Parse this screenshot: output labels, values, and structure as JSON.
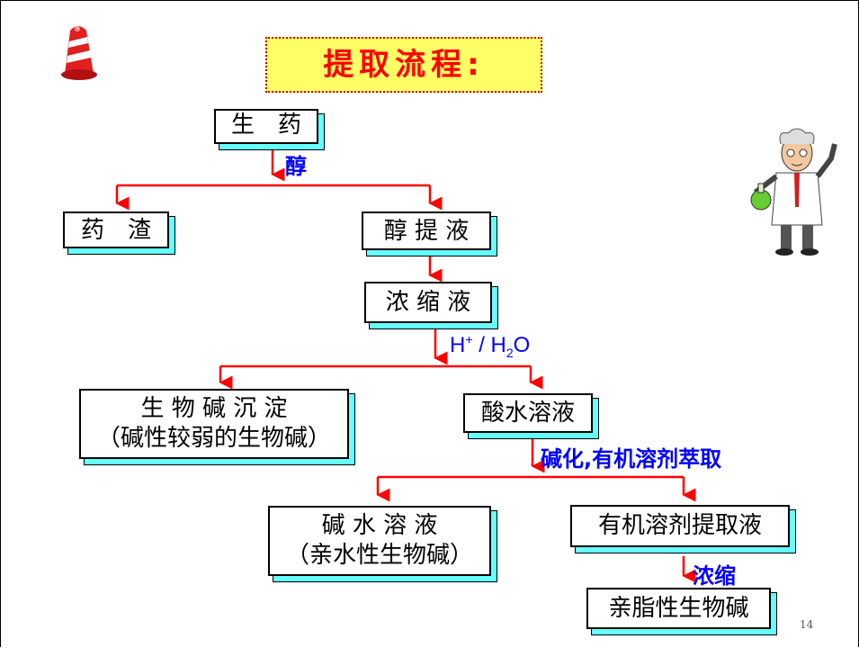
{
  "title": "提取流程:",
  "page_number": "14",
  "accent_colors": {
    "arrow": "#ff0000",
    "box_shadow": "#66ffff",
    "condition_text": "#0000ff",
    "title_bg": "#ffff66"
  },
  "nodes": {
    "crude_drug": "生　药",
    "drug_residue": "药　渣",
    "alcohol_extract": "醇 提 液",
    "concentrate": "浓 缩 液",
    "precipitate_line1": "生 物 碱 沉 淀",
    "precipitate_line2": "（碱性较弱的生物碱）",
    "acid_solution": "酸水溶液",
    "alkaline_solution_line1": "碱 水 溶 液",
    "alkaline_solution_line2": "（亲水性生物碱）",
    "organic_extract": "有机溶剂提取液",
    "lipophilic_alkaloid": "亲脂性生物碱"
  },
  "conditions": {
    "alcohol": "醇",
    "acid_water_prefix": "H",
    "acid_water_sup": "+",
    "acid_water_mid": " / H",
    "acid_water_sub": "2",
    "acid_water_suffix": "O",
    "basify_extract": "碱化,有机溶剂萃取",
    "concentrate": "浓缩"
  },
  "icons": [
    "alarm-bell-icon",
    "scientist-illustration"
  ]
}
